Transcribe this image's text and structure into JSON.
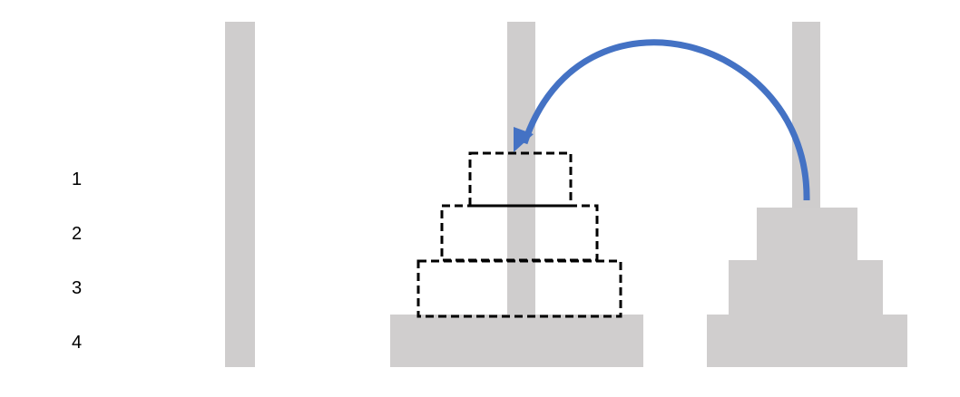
{
  "levels": [
    "1",
    "2",
    "3",
    "4"
  ],
  "colors": {
    "peg": "#cfcdcd",
    "disk": "#d0cece",
    "outline": "#000000",
    "arrow": "#4472c4"
  },
  "pegs": [
    {
      "name": "left-peg",
      "disks": []
    },
    {
      "name": "middle-peg",
      "disks": [
        4
      ],
      "outlined_disks": [
        1,
        2,
        3
      ]
    },
    {
      "name": "right-peg",
      "disks": [
        2,
        3,
        4
      ]
    }
  ],
  "arrow": {
    "from": "right-peg",
    "to": "middle-peg"
  }
}
